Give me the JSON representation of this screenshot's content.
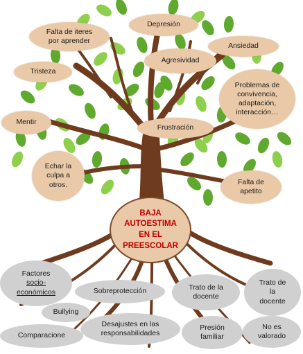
{
  "center": {
    "title": "BAJA\nAUTOESTIMA\nEN EL\nPREESCOLAR"
  },
  "branches": [
    {
      "id": "falta-intereses",
      "label": "Falta de iteres\npor aprender"
    },
    {
      "id": "depresion",
      "label": "Depresión"
    },
    {
      "id": "ansiedad",
      "label": "Ansiedad"
    },
    {
      "id": "agresividad",
      "label": "Agresividad"
    },
    {
      "id": "tristeza",
      "label": "Tristeza"
    },
    {
      "id": "problemas",
      "label": "Problemas de\nconvivencia,\nadaptación,\ninteracción…"
    },
    {
      "id": "mentir",
      "label": "Mentir"
    },
    {
      "id": "frustracion",
      "label": "Frustración"
    },
    {
      "id": "culpa",
      "label": "Echar la\nculpa a\notros."
    },
    {
      "id": "apetito",
      "label": "Falta de\napetito"
    }
  ],
  "roots": [
    {
      "id": "factores",
      "label": "Factores",
      "label2": "socio-\neconómicos"
    },
    {
      "id": "sobreproteccion",
      "label": "Sobreprotección"
    },
    {
      "id": "trato-docente-1",
      "label": "Trato de la\ndocente"
    },
    {
      "id": "trato-docente-2",
      "label": "Trato de\nla\ndocente"
    },
    {
      "id": "bullying",
      "label": "Bullying"
    },
    {
      "id": "desajustes",
      "label": "Desajustes en las\nresponsabilidades"
    },
    {
      "id": "comparacion",
      "label": "Comparacione"
    },
    {
      "id": "presion",
      "label": "Presión\nfamiliar"
    },
    {
      "id": "no-valorado",
      "label": "No es\nvalorado"
    }
  ],
  "colors": {
    "trunk": "#6e3b1f",
    "leaf": "#5faa2e",
    "leaf_light": "#8fcf4e",
    "bubble_top": "#e9c9a8",
    "bubble_root": "#d0d0d0",
    "center_text": "#c00000"
  }
}
